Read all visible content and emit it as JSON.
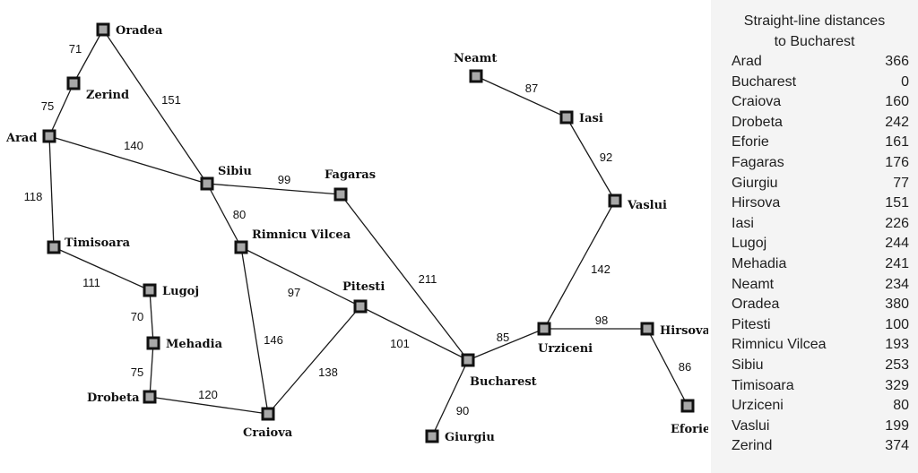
{
  "map": {
    "cities": [
      {
        "id": "oradea",
        "name": "Oradea"
      },
      {
        "id": "zerind",
        "name": "Zerind"
      },
      {
        "id": "arad",
        "name": "Arad"
      },
      {
        "id": "sibiu",
        "name": "Sibiu"
      },
      {
        "id": "fagaras",
        "name": "Fagaras"
      },
      {
        "id": "timisoara",
        "name": "Timisoara"
      },
      {
        "id": "rimnicu",
        "name": "Rimnicu Vilcea"
      },
      {
        "id": "lugoj",
        "name": "Lugoj"
      },
      {
        "id": "pitesti",
        "name": "Pitesti"
      },
      {
        "id": "mehadia",
        "name": "Mehadia"
      },
      {
        "id": "drobeta",
        "name": "Drobeta"
      },
      {
        "id": "craiova",
        "name": "Craiova"
      },
      {
        "id": "bucharest",
        "name": "Bucharest"
      },
      {
        "id": "giurgiu",
        "name": "Giurgiu"
      },
      {
        "id": "neamt",
        "name": "Neamt"
      },
      {
        "id": "iasi",
        "name": "Iasi"
      },
      {
        "id": "vaslui",
        "name": "Vaslui"
      },
      {
        "id": "urziceni",
        "name": "Urziceni"
      },
      {
        "id": "hirsova",
        "name": "Hirsova"
      },
      {
        "id": "eforie",
        "name": "Eforie"
      }
    ],
    "roads": [
      {
        "from": "oradea",
        "to": "zerind",
        "distance": "71"
      },
      {
        "from": "zerind",
        "to": "arad",
        "distance": "75"
      },
      {
        "from": "oradea",
        "to": "sibiu",
        "distance": "151"
      },
      {
        "from": "arad",
        "to": "sibiu",
        "distance": "140"
      },
      {
        "from": "arad",
        "to": "timisoara",
        "distance": "118"
      },
      {
        "from": "sibiu",
        "to": "fagaras",
        "distance": "99"
      },
      {
        "from": "sibiu",
        "to": "rimnicu",
        "distance": "80"
      },
      {
        "from": "timisoara",
        "to": "lugoj",
        "distance": "111"
      },
      {
        "from": "lugoj",
        "to": "mehadia",
        "distance": "70"
      },
      {
        "from": "mehadia",
        "to": "drobeta",
        "distance": "75"
      },
      {
        "from": "drobeta",
        "to": "craiova",
        "distance": "120"
      },
      {
        "from": "rimnicu",
        "to": "pitesti",
        "distance": "97"
      },
      {
        "from": "rimnicu",
        "to": "craiova",
        "distance": "146"
      },
      {
        "from": "craiova",
        "to": "pitesti",
        "distance": "138"
      },
      {
        "from": "pitesti",
        "to": "bucharest",
        "distance": "101"
      },
      {
        "from": "fagaras",
        "to": "bucharest",
        "distance": "211"
      },
      {
        "from": "bucharest",
        "to": "giurgiu",
        "distance": "90"
      },
      {
        "from": "bucharest",
        "to": "urziceni",
        "distance": "85"
      },
      {
        "from": "urziceni",
        "to": "hirsova",
        "distance": "98"
      },
      {
        "from": "hirsova",
        "to": "eforie",
        "distance": "86"
      },
      {
        "from": "urziceni",
        "to": "vaslui",
        "distance": "142"
      },
      {
        "from": "vaslui",
        "to": "iasi",
        "distance": "92"
      },
      {
        "from": "iasi",
        "to": "neamt",
        "distance": "87"
      }
    ]
  },
  "sld_panel": {
    "title_line1": "Straight-line distances",
    "title_line2": "to Bucharest",
    "rows": [
      {
        "city": "Arad",
        "value": "366"
      },
      {
        "city": "Bucharest",
        "value": "0"
      },
      {
        "city": "Craiova",
        "value": "160"
      },
      {
        "city": "Drobeta",
        "value": "242"
      },
      {
        "city": "Eforie",
        "value": "161"
      },
      {
        "city": "Fagaras",
        "value": "176"
      },
      {
        "city": "Giurgiu",
        "value": "77"
      },
      {
        "city": "Hirsova",
        "value": "151"
      },
      {
        "city": "Iasi",
        "value": "226"
      },
      {
        "city": "Lugoj",
        "value": "244"
      },
      {
        "city": "Mehadia",
        "value": "241"
      },
      {
        "city": "Neamt",
        "value": "234"
      },
      {
        "city": "Oradea",
        "value": "380"
      },
      {
        "city": "Pitesti",
        "value": "100"
      },
      {
        "city": "Rimnicu Vilcea",
        "value": "193"
      },
      {
        "city": "Sibiu",
        "value": "253"
      },
      {
        "city": "Timisoara",
        "value": "329"
      },
      {
        "city": "Urziceni",
        "value": "80"
      },
      {
        "city": "Vaslui",
        "value": "199"
      },
      {
        "city": "Zerind",
        "value": "374"
      }
    ]
  }
}
